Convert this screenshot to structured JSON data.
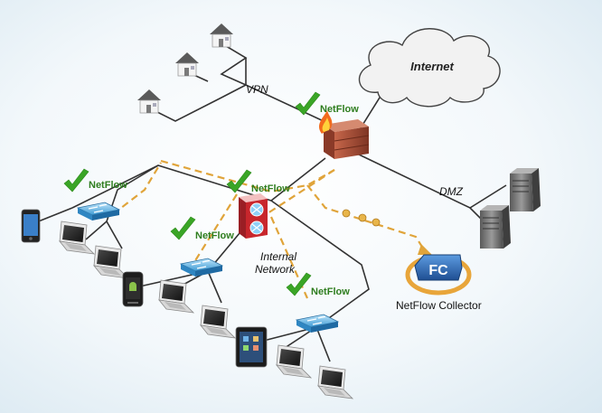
{
  "labels": {
    "internet": "Internet",
    "vpn": "VPN",
    "dmz": "DMZ",
    "internal_network_line1": "Internal",
    "internal_network_line2": "Network",
    "collector": "NetFlow Collector",
    "collector_badge": "FC",
    "netflow": "NetFlow"
  },
  "colors": {
    "netflow_label": "#2e7d1e",
    "check": "#3aa526",
    "flow_path": "#e0a43a",
    "link": "#333333",
    "firewall": "#9b4a34",
    "collector_ring": "#e8a53a",
    "collector_body": "#2a6ab8"
  },
  "icons": [
    "cloud-icon",
    "house-icon",
    "firewall-icon",
    "core-switch-icon",
    "switch-icon",
    "laptop-icon",
    "smartphone-icon",
    "tablet-icon",
    "server-icon",
    "collector-icon",
    "checkmark-icon"
  ]
}
